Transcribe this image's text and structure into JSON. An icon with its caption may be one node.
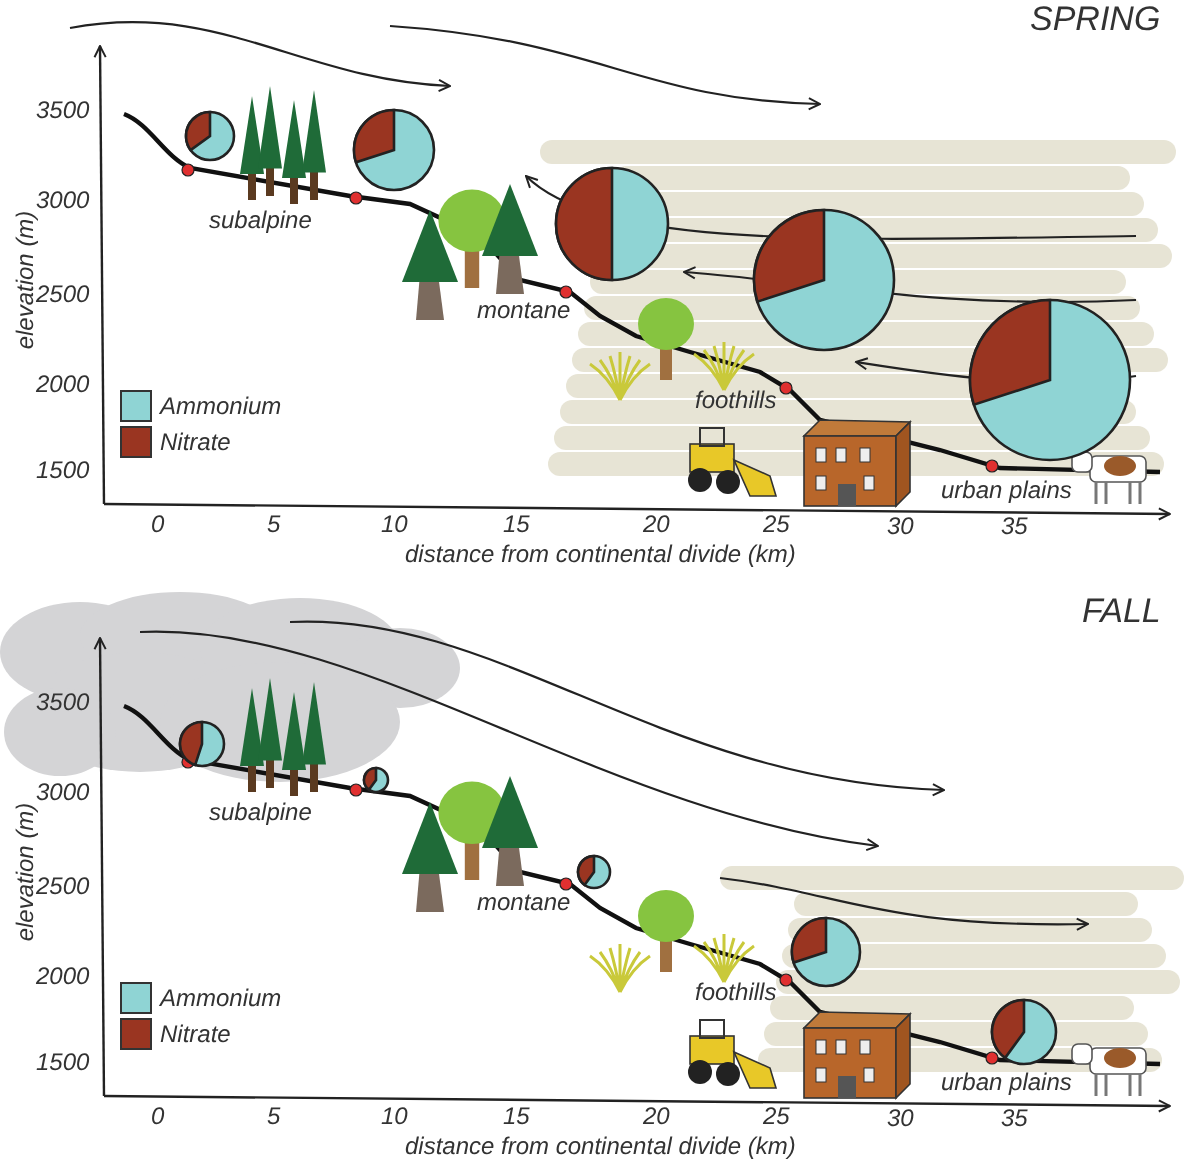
{
  "diagram": {
    "labels": [
      "SPRING",
      "3500",
      "3000",
      "2500",
      "2000",
      "1500",
      "elevation (m)",
      "subalpine",
      "montane",
      "foothills",
      "urban plains",
      "0",
      "5",
      "10",
      "15",
      "20",
      "25",
      "30",
      "35",
      "distance from continental divide (km)",
      "FALL",
      "3500",
      "3000",
      "2500",
      "2000",
      "1500",
      "elevation (m)",
      "subalpine",
      "montane",
      "foothills",
      "urban plains",
      "0",
      "5",
      "10",
      "15",
      "20",
      "25",
      "30",
      "35",
      "distance from continental divide (km)"
    ],
    "legend": [
      {
        "text": "Ammonium",
        "color": "#8fd4d4"
      },
      {
        "text": "Nitrate",
        "color": "#9a3521"
      },
      {
        "text": "Ammonium",
        "color": "#8fd4d4"
      },
      {
        "text": "Nitrate",
        "color": "#9a3521"
      }
    ]
  }
}
